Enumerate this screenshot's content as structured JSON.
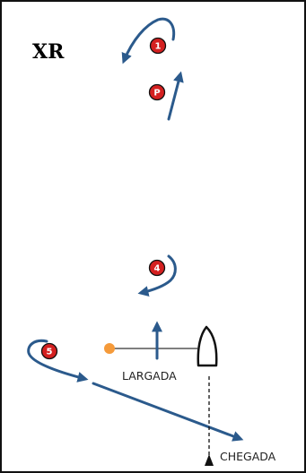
{
  "title": "XR",
  "marks": [
    "1",
    "P",
    "4",
    "5"
  ],
  "start_label": "LARGADA",
  "finish_label": "CHEGADA",
  "colors": {
    "route": "#2b5a8c",
    "mark": "#d42020",
    "mark_outline": "#111111",
    "pin": "#f59a3a",
    "line": "#333333"
  }
}
